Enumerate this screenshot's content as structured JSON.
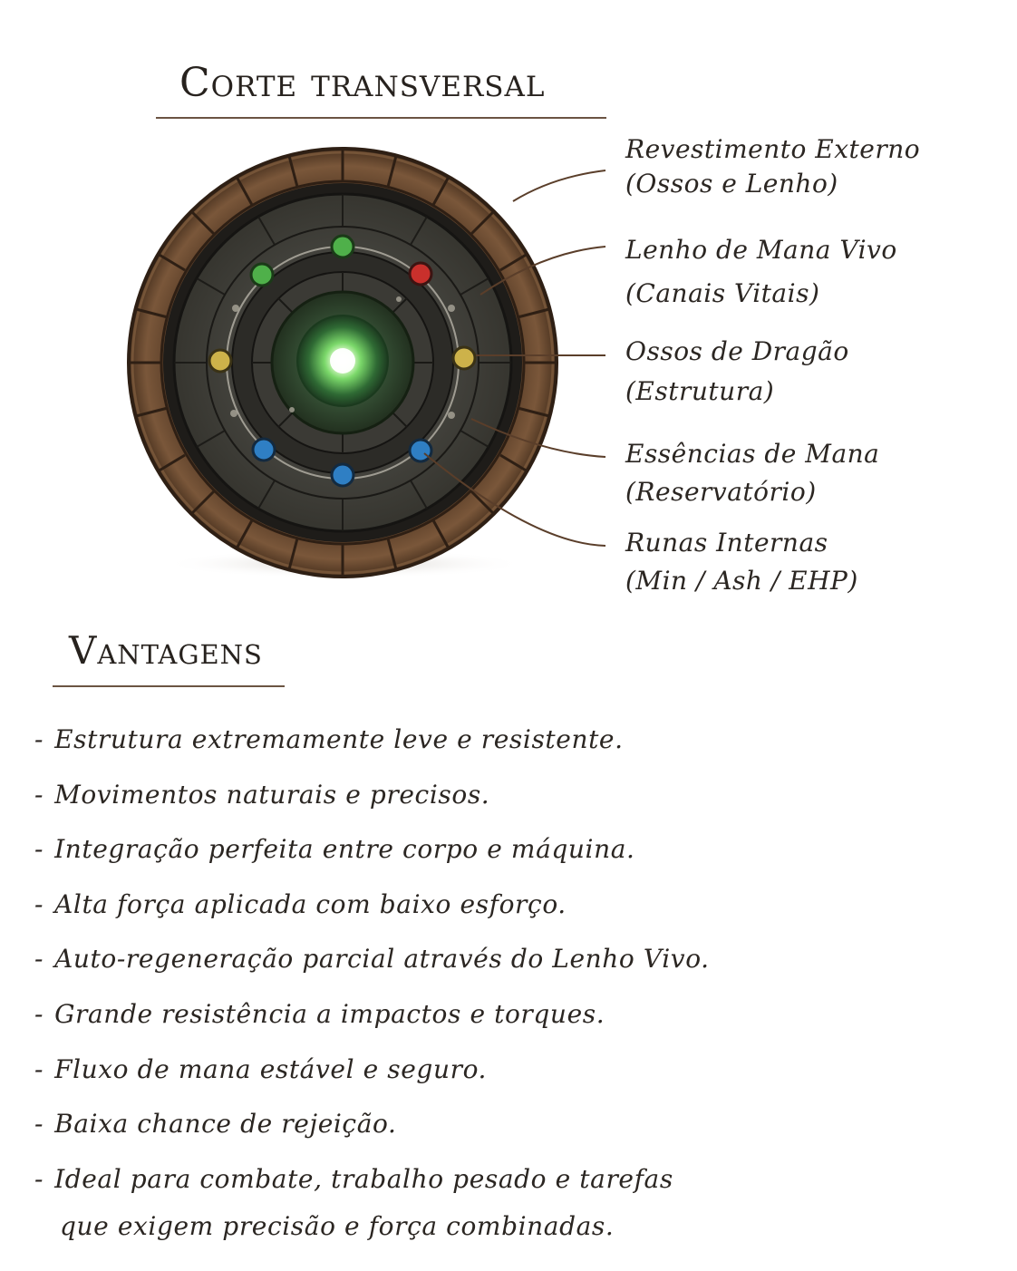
{
  "cross_section": {
    "title": "Corte transversal",
    "labels": [
      {
        "line1": "Revestimento Externo",
        "line2": "(Ossos e Lenho)"
      },
      {
        "line1": "Lenho de Mana Vivo",
        "line2": "(Canais Vitais)"
      },
      {
        "line1": "Ossos de Dragão",
        "line2": "(Estrutura)"
      },
      {
        "line1": "Essências de Mana",
        "line2": "(Reservatório)"
      },
      {
        "line1": "Runas Internas",
        "line2": "(Min / Ash / EHP)"
      }
    ]
  },
  "advantages": {
    "title": "Vantagens",
    "items": [
      "Estrutura extremamente leve e resistente.",
      "Movimentos naturais e precisos.",
      "Integração perfeita entre corpo e máquina.",
      "Alta força aplicada com baixo esforço.",
      "Auto-regeneração parcial através do Lenho Vivo.",
      "Grande resistência a impactos e torques.",
      "Fluxo de mana estável e seguro.",
      "Baixa chance de rejeição."
    ],
    "last_item": {
      "line1": "Ideal para combate, trabalho pesado e tarefas",
      "line2": "que exigem precisão e força combinadas."
    }
  },
  "colors": {
    "wood": "#6e4e34",
    "stone": "#4a4a46",
    "core_green": "#7bd86a",
    "gem_red": "#c9302c",
    "gem_blue": "#2f7fc4",
    "gem_yellow": "#cdb24a",
    "gem_green": "#4fb04a"
  }
}
